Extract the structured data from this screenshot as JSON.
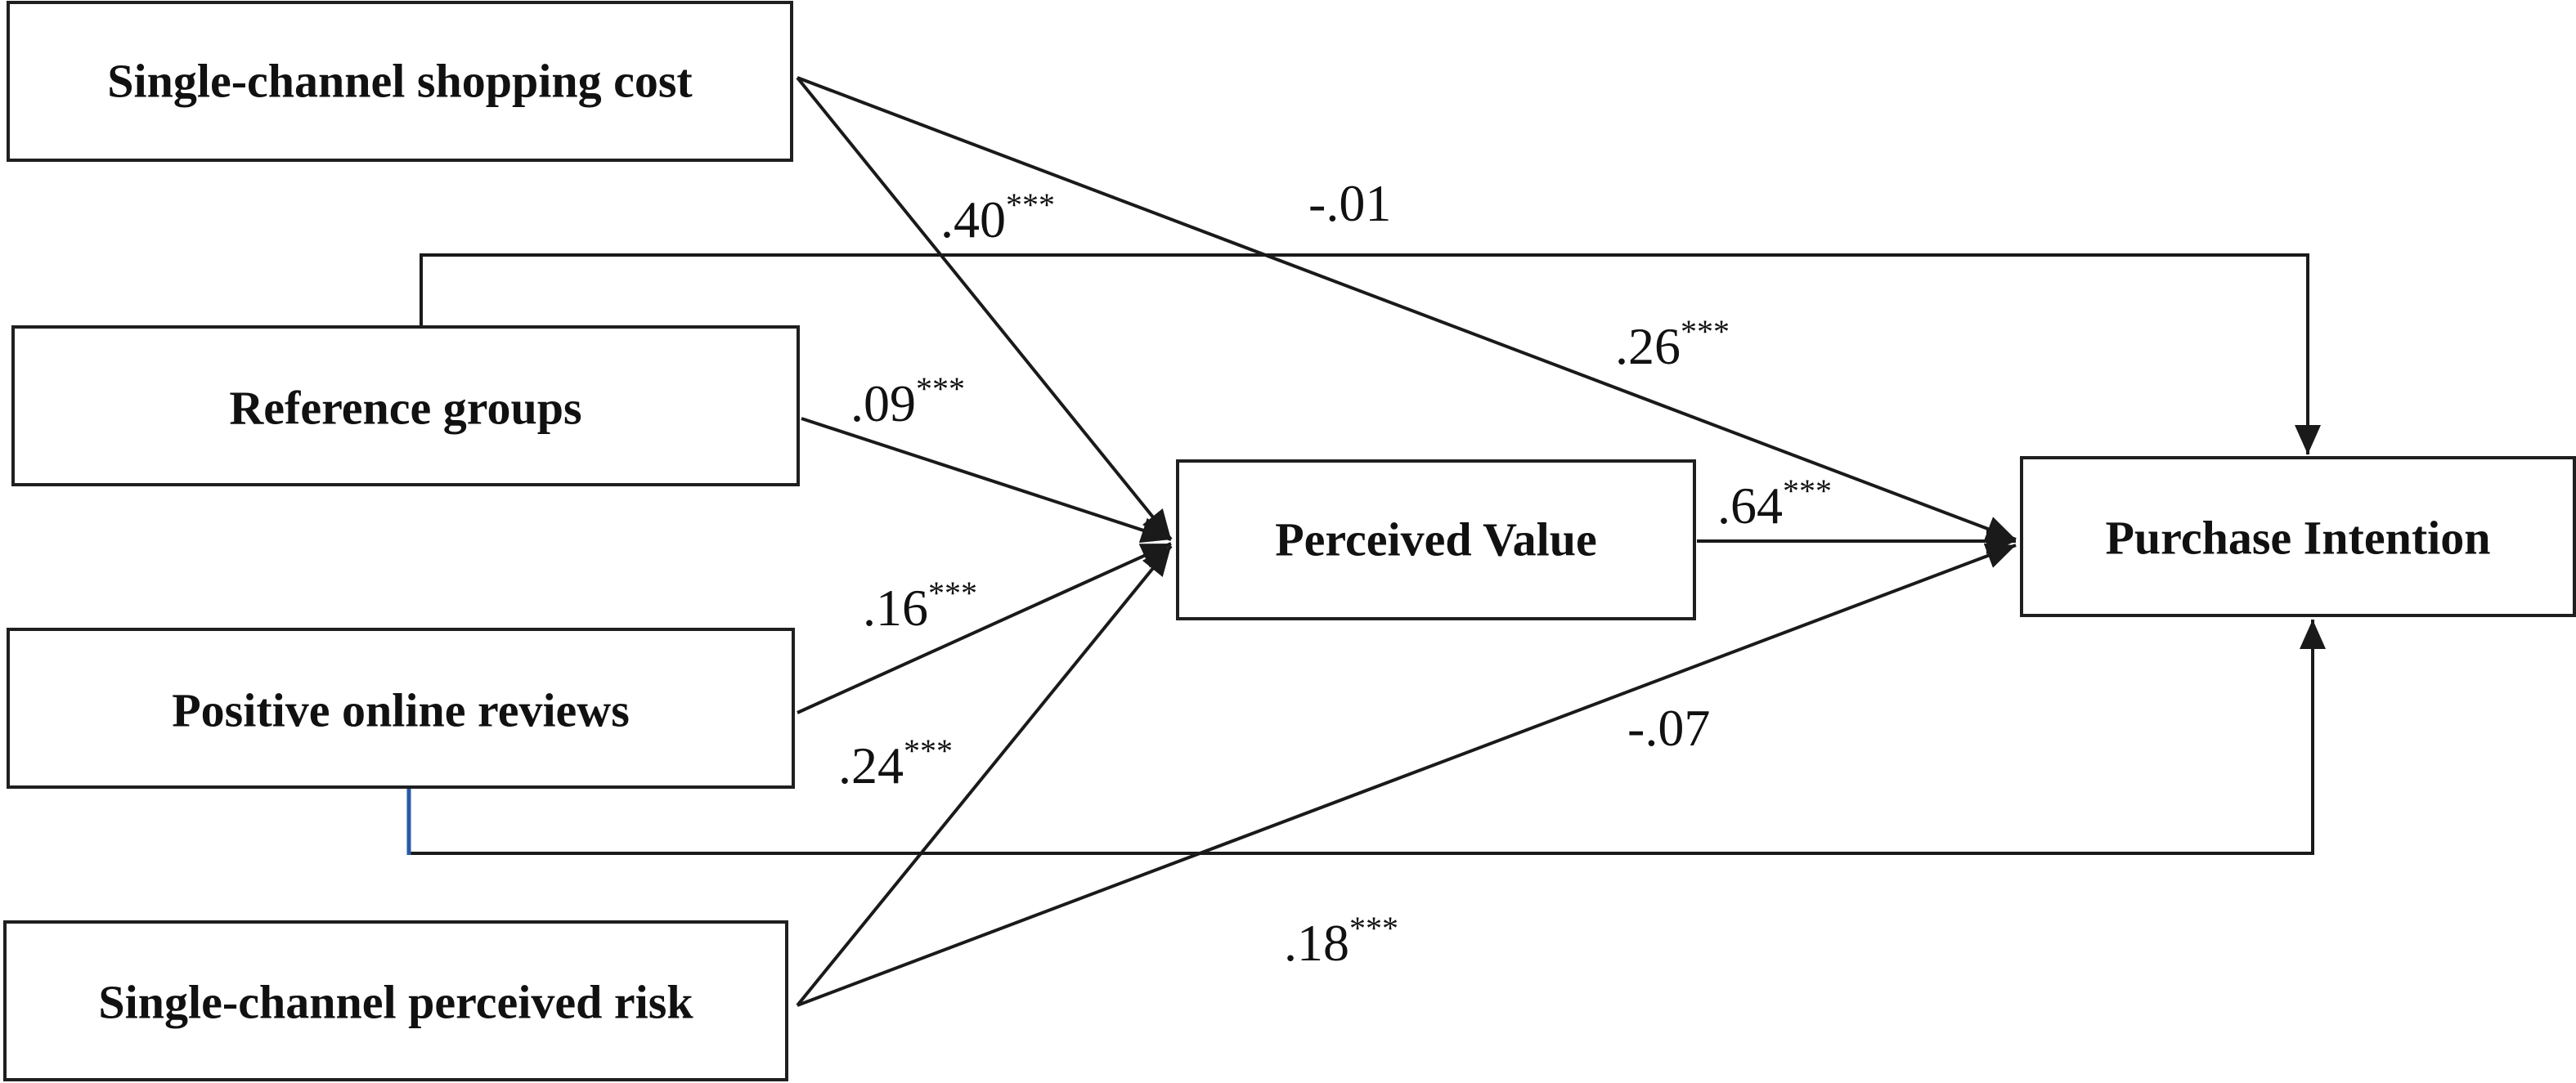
{
  "nodes": {
    "cost": "Single-channel shopping cost",
    "reference": "Reference groups",
    "reviews": "Positive online reviews",
    "risk": "Single-channel perceived risk",
    "value": "Perceived Value",
    "intention": "Purchase Intention"
  },
  "coefficients": {
    "cost_value": {
      "value": ".40",
      "sig": "***"
    },
    "cost_intention": {
      "value": ".26",
      "sig": "***"
    },
    "reference_intention": {
      "value": "-.01",
      "sig": ""
    },
    "reference_value": {
      "value": ".09",
      "sig": "***"
    },
    "reviews_value": {
      "value": ".16",
      "sig": "***"
    },
    "risk_value": {
      "value": ".24",
      "sig": "***"
    },
    "value_intention": {
      "value": ".64",
      "sig": "***"
    },
    "risk_intention": {
      "value": "-.07",
      "sig": ""
    },
    "reviews_intention": {
      "value": ".18",
      "sig": "***"
    }
  }
}
